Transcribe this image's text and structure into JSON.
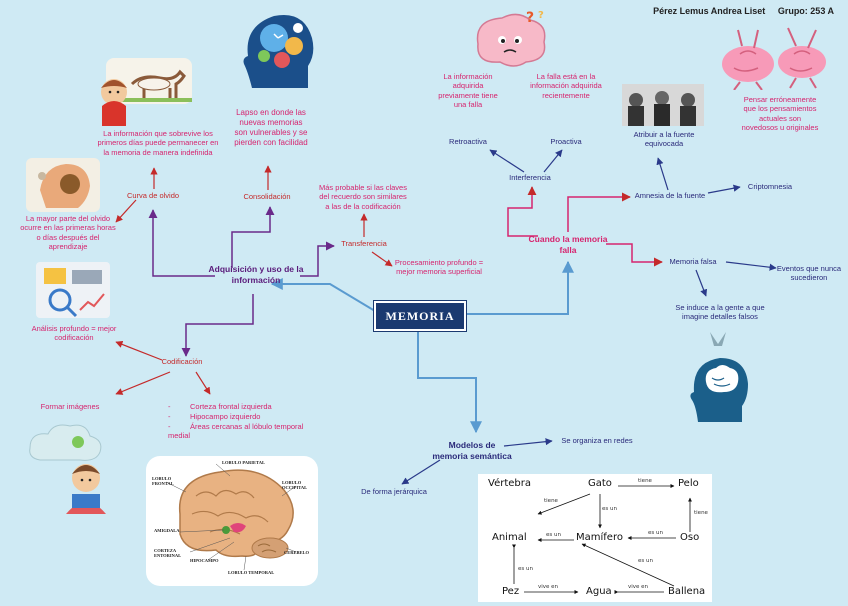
{
  "header": {
    "author": "Pérez Lemus Andrea Liset",
    "group": "Grupo: 253 A"
  },
  "central": "MEMORIA",
  "nodes": {
    "adquisicion": "Adquisición y uso de la información",
    "codificacion": "Codificación",
    "consolidacion": "Consolidación",
    "curva": "Curva de olvido",
    "transferencia": "Transferencia",
    "falla": "Cuando la memoria falla",
    "interferencia": "Interferencia",
    "retroactiva": "Retroactiva",
    "proactiva": "Proactiva",
    "amnesia": "Amnesia de la fuente",
    "criptomnesia": "Criptomnesia",
    "memoria_falsa": "Memoria falsa",
    "modelos": "Modelos de memoria semántica",
    "redes": "Se organiza en redes",
    "jerarquica": "De forma jerárquica"
  },
  "notes": {
    "curva_info": "La información que sobrevive los primeros días puede permanecer en la memoria de manera indefinida",
    "olvido": "La mayor parte del olvido ocurre en las primeras horas o días después del aprendizaje",
    "lapso": "Lapso en donde las nuevas memorias son vulnerables y se pierden con facilidad",
    "transfer_note": "Más probable si las claves del recuerdo son similares a las de la codificación",
    "profundo": "Procesamiento profundo = mejor memoria superficial",
    "analisis": "Análisis profundo = mejor codificación",
    "imagenes": "Formar imágenes",
    "retro_note": "La información adquirida previamente tiene una falla",
    "pro_note": "La falla está en la información adquirida recientemente",
    "fuente": "Atribuir a la fuente equivocada",
    "pensar": "Pensar erróneamente que los pensamientos actuales son novedosos u originales",
    "eventos": "Eventos que nunca sucedieron",
    "induce": "Se induce a la gente a que imagine detalles falsos"
  },
  "cortex_list": [
    "Corteza frontal izquierda",
    "Hipocampo izquierdo",
    "Áreas cercanas al lóbulo temporal medial"
  ],
  "brain_labels": {
    "parietal": "LOBULO PARIETAL",
    "frontal": "LOBULO FRONTAL",
    "occipital": "LOBULO OCCIPITAL",
    "amigdala": "AMIGDALA",
    "cerebelo": "CEREBELO",
    "entorinal": "CORTEZA ENTORINAL",
    "hipocampo": "HIPOCAMPO",
    "temporal": "LOBULO TEMPORAL"
  },
  "network": {
    "nodes": [
      "Vértebra",
      "Gato",
      "Pelo",
      "Animal",
      "Mamífero",
      "Oso",
      "Pez",
      "Agua",
      "Ballena"
    ],
    "edges": [
      "tiene",
      "tiene",
      "es un",
      "tiene",
      "es un",
      "es un",
      "es un",
      "es un",
      "vive en",
      "vive en"
    ]
  },
  "colors": {
    "background": "#cfeaf4",
    "central": "#1b3a70",
    "pink_text": "#d6246e",
    "red_arrow": "#c42a2a",
    "purple_line": "#6a2a8a",
    "blue_line": "#5a9bd0"
  }
}
